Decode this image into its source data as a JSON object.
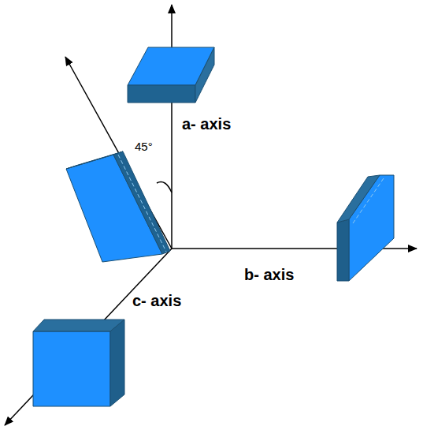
{
  "diagram": {
    "labels": [
      "a- axis",
      "b- axis",
      "c- axis",
      "45°"
    ]
  }
}
